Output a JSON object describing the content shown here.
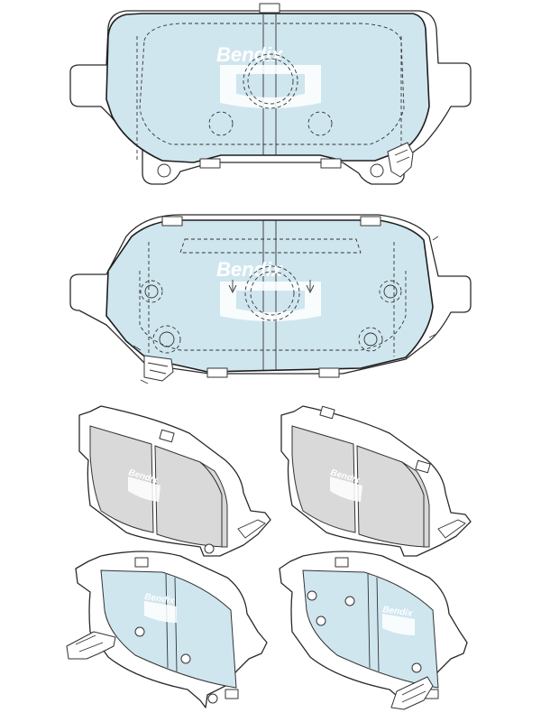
{
  "watermark": {
    "brand_text": "Bendix"
  },
  "colors": {
    "friction_fill": "#cfe6ef",
    "grey_fill": "#d9d9d9",
    "outline": "#1e1e1e"
  },
  "views": [
    {
      "id": "front-outline",
      "label": ""
    },
    {
      "id": "back-outline",
      "label": ""
    },
    {
      "id": "iso-pad-1",
      "label": ""
    },
    {
      "id": "iso-pad-2",
      "label": ""
    },
    {
      "id": "iso-pad-3",
      "label": ""
    },
    {
      "id": "iso-pad-4",
      "label": ""
    }
  ]
}
